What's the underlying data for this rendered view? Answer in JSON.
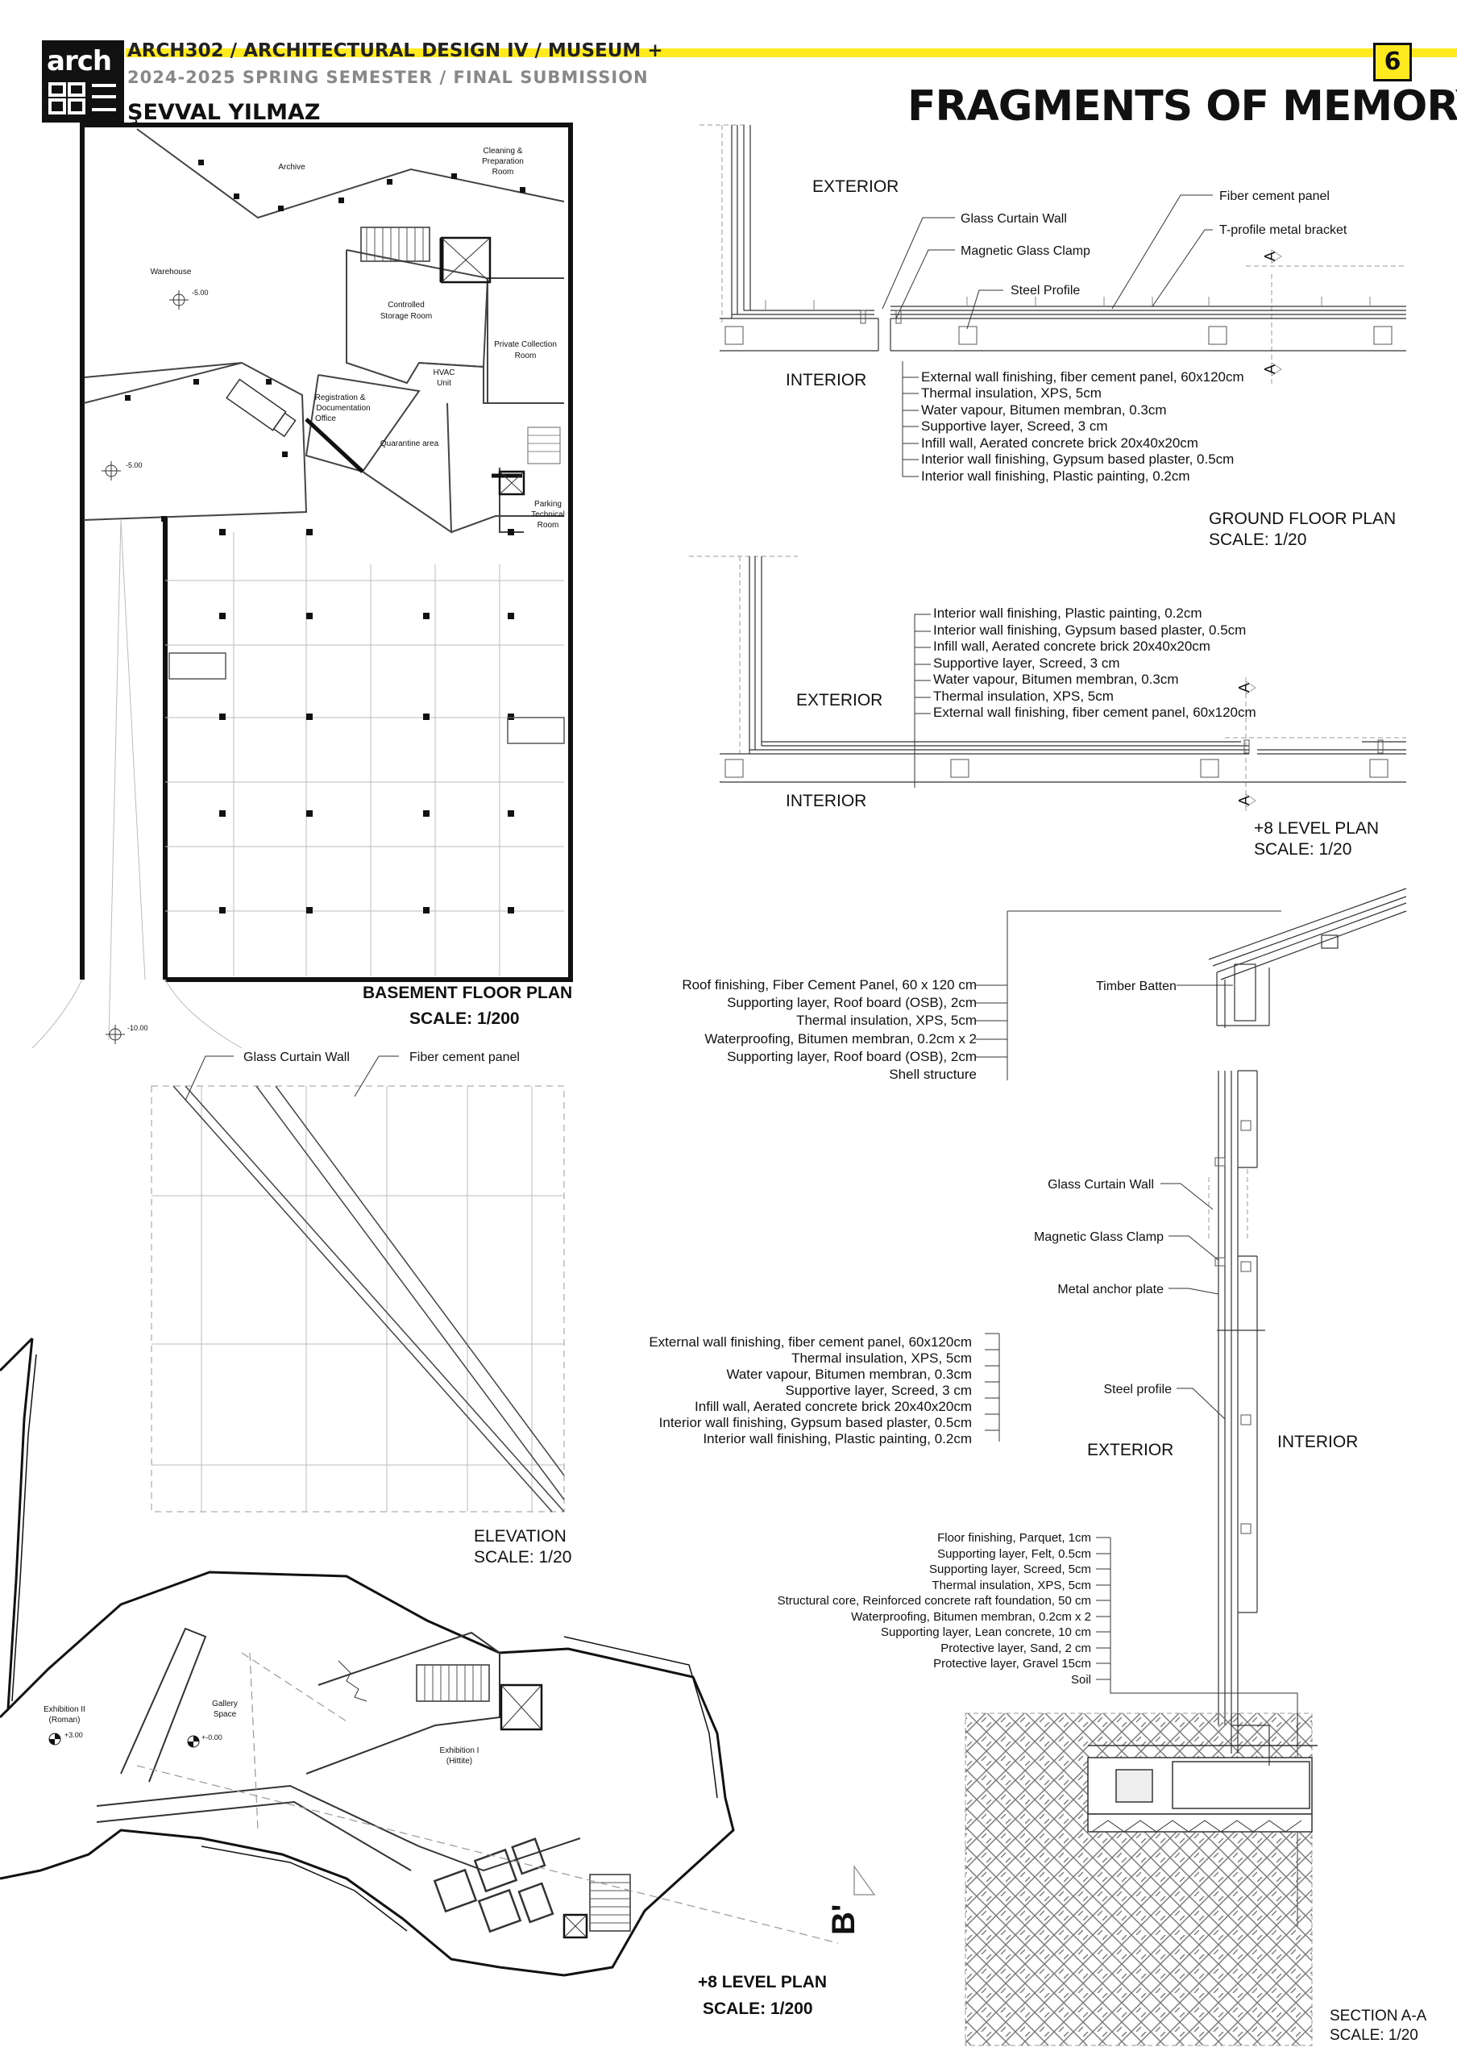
{
  "header": {
    "course": "ARCH302 / ARCHITECTURAL DESIGN IV / MUSEUM +",
    "semester": "2024-2025 SPRING SEMESTER / FINAL SUBMISSION",
    "student": "ŞEVVAL YILMAZ",
    "logo_text": "arch",
    "page_number": "6",
    "title": "FRAGMENTS OF MEMORY",
    "accent_color": "#ffea1f"
  },
  "basement": {
    "rooms": [
      "Archive",
      "Cleaning &",
      "Preparation",
      "Room",
      "Warehouse",
      "Controlled",
      "Storage Room",
      "Private Collection",
      "Room",
      "HVAC",
      "Unit",
      "Registration &",
      "Documentation",
      "Office",
      "Quarantine area",
      "Parking",
      "Technical",
      "Room"
    ],
    "levels": [
      "-5.00",
      "-5.00",
      "-10.00"
    ],
    "title": "BASEMENT FLOOR PLAN",
    "scale": "SCALE: 1/200"
  },
  "ground_detail": {
    "exterior": "EXTERIOR",
    "interior": "INTERIOR",
    "callouts": [
      "Glass Curtain Wall",
      "Magnetic Glass Clamp",
      "Steel Profile",
      "Fiber cement panel",
      "T-profile metal bracket"
    ],
    "layers": [
      "External wall finishing, fiber cement panel, 60x120cm",
      "Thermal insulation, XPS, 5cm",
      "Water vapour, Bitumen membran, 0.3cm",
      "Supportive layer, Screed, 3 cm",
      "Infill wall, Aerated concrete brick 20x40x20cm",
      "Interior wall finishing, Gypsum based plaster, 0.5cm",
      "Interior wall finishing, Plastic painting, 0.2cm"
    ],
    "section_mark": "A",
    "title": "GROUND FLOOR PLAN",
    "scale": "SCALE: 1/20"
  },
  "level8_detail": {
    "exterior": "EXTERIOR",
    "interior": "INTERIOR",
    "layers": [
      "Interior wall finishing, Plastic painting, 0.2cm",
      "Interior wall finishing, Gypsum based plaster, 0.5cm",
      "Infill wall, Aerated concrete brick 20x40x20cm",
      "Supportive layer, Screed, 3 cm",
      "Water vapour, Bitumen membran, 0.3cm",
      "Thermal insulation, XPS, 5cm",
      "External wall finishing, fiber cement panel, 60x120cm"
    ],
    "section_mark": "A",
    "title": "+8 LEVEL PLAN",
    "scale": "SCALE: 1/20"
  },
  "elevation": {
    "callouts": [
      "Glass Curtain Wall",
      "Fiber cement panel"
    ],
    "title": "ELEVATION",
    "scale": "SCALE: 1/20"
  },
  "section": {
    "roof_layers": [
      "Roof finishing, Fiber Cement Panel, 60 x 120 cm",
      "Supporting layer, Roof board (OSB), 2cm",
      "Thermal insulation, XPS, 5cm",
      "Waterproofing, Bitumen membran, 0.2cm x 2",
      "Supporting layer, Roof board (OSB), 2cm",
      "Shell  structure"
    ],
    "timber": "Timber Batten",
    "callouts": [
      "Glass Curtain Wall",
      "Magnetic Glass Clamp",
      "Metal anchor plate",
      "Steel profile"
    ],
    "wall_layers": [
      "External wall finishing, fiber cement panel, 60x120cm",
      "Thermal insulation, XPS, 5cm",
      "Water vapour, Bitumen membran, 0.3cm",
      "Supportive layer, Screed, 3 cm",
      "Infill wall, Aerated concrete brick 20x40x20cm",
      "Interior wall finishing, Gypsum based plaster, 0.5cm",
      "Interior wall finishing, Plastic painting, 0.2cm"
    ],
    "exterior": "EXTERIOR",
    "interior": "INTERIOR",
    "floor_layers": [
      "Floor finishing, Parquet, 1cm",
      "Supporting layer, Felt, 0.5cm",
      "Supporting layer, Screed, 5cm",
      "Thermal insulation, XPS, 5cm",
      "Structural core, Reinforced concrete raft foundation, 50 cm",
      "Waterproofing, Bitumen membran, 0.2cm x 2",
      "Supporting layer, Lean concrete, 10 cm",
      "Protective layer, Sand, 2 cm",
      "Protective layer, Gravel 15cm",
      "Soil"
    ],
    "title": "SECTION A-A",
    "scale": "SCALE: 1/20"
  },
  "level8_plan": {
    "rooms": [
      "Exhibition II",
      "(Roman)",
      "Gallery",
      "Space",
      "Exhibition I",
      "(Hittite)"
    ],
    "levels": [
      "+3.00",
      "+-0.00"
    ],
    "section_mark": "B'",
    "title": "+8 LEVEL PLAN",
    "scale": "SCALE: 1/200"
  }
}
